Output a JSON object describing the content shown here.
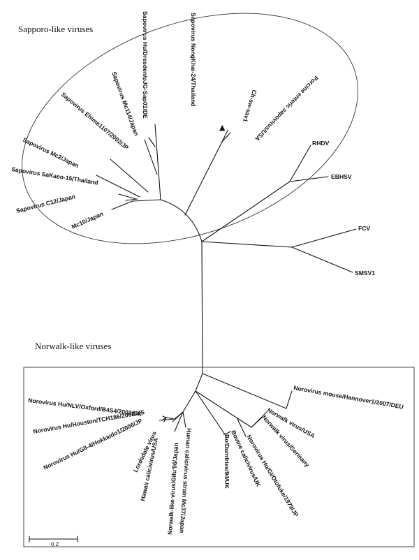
{
  "groups": {
    "sapporo": "Sapporo-like viruses",
    "norwalk": "Norwalk-like viruses"
  },
  "leaves": {
    "sapo_nongkhai": "Sapovirus NongKhai-24/Thailand",
    "sapo_dresden": "Sapovirus Hu/Dresden/pJG-Sap01/DE",
    "sapo_mc114": "Sapovirus Mc114/Japan",
    "sapo_ehime": "Sapovirus Ehime1107/2002/JP",
    "sapo_mc2": "Sapovirus Mc2/Japan",
    "sapo_sakaeo": "Sapovirus SaKaeo-15/Thailand",
    "sapo_c12": "Sapovirus C12/Japan",
    "mc10": "Mc10/Japan",
    "ch_sw_sav1": "Ch-sw-sav1",
    "porcine": "Porcine enteric sapovirus/USA",
    "rhdv": "RHDV",
    "ebhsv": "EBHSV",
    "fcv": "FCV",
    "smsv1": "SMSV1",
    "noro_oxford": "Norovirus Hu/NLV/Oxford/B4S4/2002/UK",
    "noro_houston": "Norovirus Hu/Houston/TCH186/2002/US",
    "noro_hokkaido": "Norovirus Hu/GII-4/Hokkaido1/2006/JP",
    "lordsdale": "Lordsdale virus",
    "hawaii": "Hawaii calicivirus/USA",
    "norwalk_gifu": "Norwalk-like virus/Gifu'96/Japan",
    "human_mc37": "Human calicivirus strain Mc37/Japan",
    "bo_dumfries": "Bo/Dumfries/94/UK",
    "bovine": "Bovine calicivirus/UK",
    "noro_otofuke": "Norovirus Hu/GI/Otofuke/1979/JP",
    "norwalk_germany": "Norwalk virus/Germany",
    "norwalk_usa": "Norwalk virus/USA",
    "noro_mouse": "Norovirus mouse/Hannover1/2007/DEU"
  },
  "marker": {
    "symbol": "▲"
  },
  "scale_bar": {
    "label": "0.2"
  }
}
